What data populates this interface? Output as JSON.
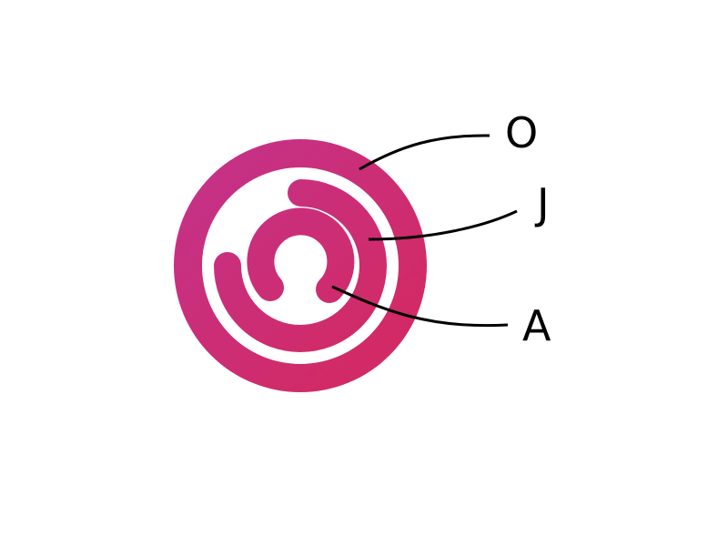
{
  "labels": [
    {
      "id": "O",
      "text": "O"
    },
    {
      "id": "J",
      "text": "J"
    },
    {
      "id": "A",
      "text": "A"
    }
  ],
  "colors": {
    "gradient_start": "#c2338f",
    "gradient_end": "#d6285a",
    "background": "#ffffff",
    "leader_line": "#000000"
  }
}
